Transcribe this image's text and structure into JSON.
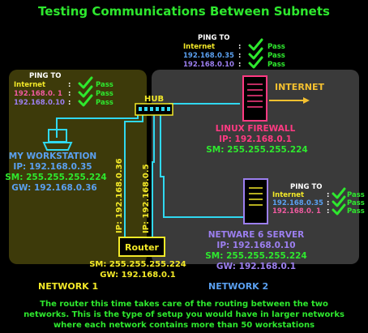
{
  "title": "Testing Communications Between Subnets",
  "colors": {
    "background": "#000000",
    "title": "#2ee82e",
    "network1_fill": "#3d3a0a",
    "network2_fill": "#3a3a3a",
    "cable": "#30d8f0",
    "yellow": "#f3e928",
    "green": "#2ee82e",
    "blue": "#5aa0f0",
    "purple": "#9c7ff0",
    "pink": "#f05aa0",
    "firewall": "#ff3a82",
    "orange": "#f4c030",
    "white": "#ffffff"
  },
  "network1": {
    "label": "NETWORK 1"
  },
  "network2": {
    "label": "NETWORK 2"
  },
  "hub": {
    "label": "HUB"
  },
  "internet": {
    "label": "INTERNET"
  },
  "workstation": {
    "name": "MY WORKSTATION",
    "ip": "IP: 192.168.0.35",
    "sm": "SM: 255.255.255.224",
    "gw": "GW: 192.168.0.36",
    "ping": {
      "title": "PING TO",
      "rows": [
        {
          "target": "Internet",
          "sep": ":",
          "result": "Pass"
        },
        {
          "target": "192.168.0.  1",
          "sep": ":",
          "result": "Pass"
        },
        {
          "target": "192.168.0.10",
          "sep": ":",
          "result": "Pass"
        }
      ]
    }
  },
  "firewall": {
    "name": "LINUX FIREWALL",
    "ip": "IP: 192.168.0.1",
    "sm": "SM: 255.255.255.224",
    "ping": {
      "title": "PING TO",
      "rows": [
        {
          "target": "Internet",
          "sep": ":",
          "result": "Pass"
        },
        {
          "target": "192.168.0.35",
          "sep": ":",
          "result": "Pass"
        },
        {
          "target": "192.168.0.10",
          "sep": ":",
          "result": "Pass"
        }
      ]
    }
  },
  "server": {
    "name": "NETWARE 6 SERVER",
    "ip": "IP: 192.168.0.10",
    "sm": "SM: 255.255.255.224",
    "gw": "GW: 192.168.0.1",
    "ping": {
      "title": "PING TO",
      "rows": [
        {
          "target": "Internet",
          "sep": ":",
          "result": "Pass"
        },
        {
          "target": "192.168.0.35",
          "sep": ":",
          "result": "Pass"
        },
        {
          "target": "192.168.0.  1",
          "sep": ":",
          "result": "Pass"
        }
      ]
    }
  },
  "router": {
    "label": "Router",
    "ip_network1": "IP: 192.168.0.36",
    "ip_network2": "IP: 192.168.0.5",
    "sm": "SM: 255.255.255.224",
    "gw": "GW: 192.168.0.1"
  },
  "caption": [
    "The router this time takes care of the routing between the two",
    "networks. This is the type of setup you would have in larger networks",
    "where each network contains more than 50 workstations"
  ]
}
